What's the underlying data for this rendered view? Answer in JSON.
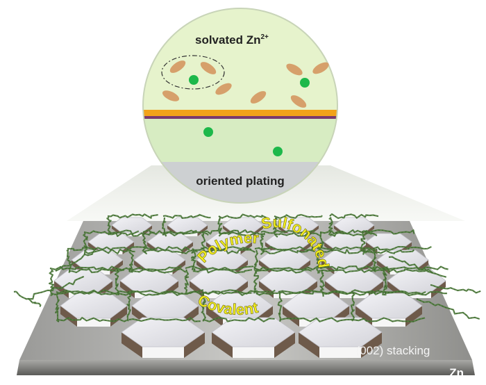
{
  "labels": {
    "solvated_prefix": "solvated Zn",
    "solvated_charge": "2+",
    "plating": "oriented plating",
    "stacking": "(002) stacking",
    "zn": "Zn",
    "arc_left": "Polymer",
    "arc_bottom": "Covalent",
    "arc_right": "Sulfonated"
  },
  "colors": {
    "ion": "#1db84a",
    "solvent": "#d6a06b",
    "electrolyte": "#e6f3cc",
    "interface_orange": "#f2a21a",
    "interface_purple": "#7a3a6e",
    "plating_gray": "#cdd0d2",
    "arc_text": "#f3ee1e",
    "polymer": "#4f7d3c",
    "hexagon_top": "#e9e9ee",
    "hexagon_side": "#6e5a4a"
  },
  "icons": [
    "zn-ion-icon",
    "solvent-molecule-icon",
    "hexagon-crystal-icon",
    "polymer-network-icon"
  ]
}
